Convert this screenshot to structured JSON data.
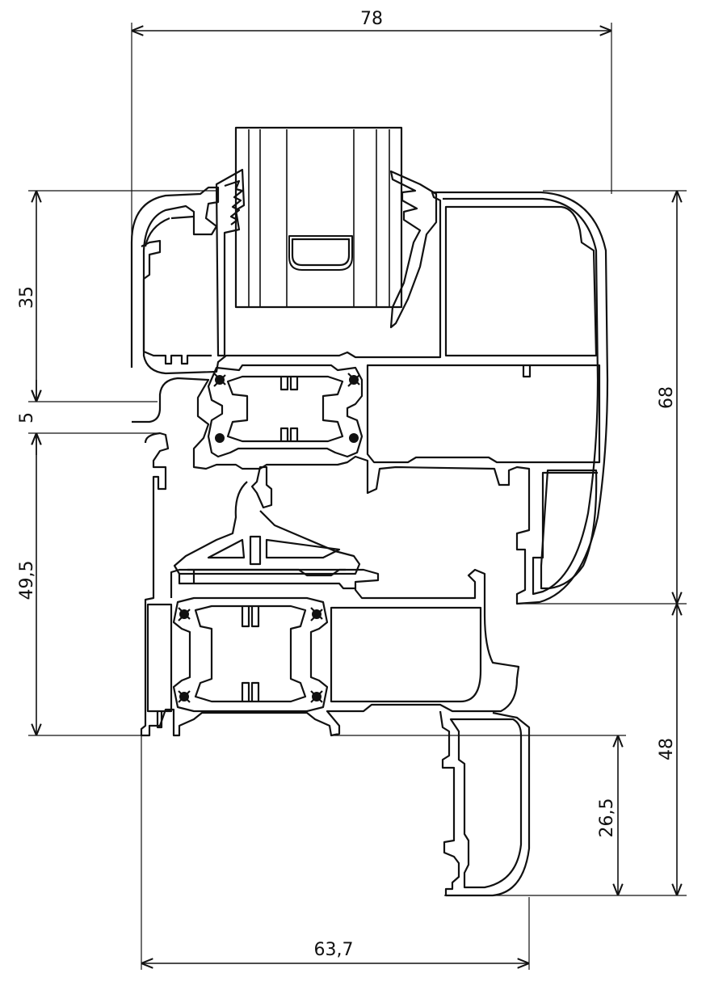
{
  "drawing": {
    "dimensions": {
      "overall_width_top": "78",
      "overall_width_bottom": "63,7",
      "frame_height_left": "35",
      "gap": "5",
      "sash_height_left": "49,5",
      "height_right_upper": "68",
      "height_right_lower": "48",
      "drip_height": "26,5"
    }
  }
}
